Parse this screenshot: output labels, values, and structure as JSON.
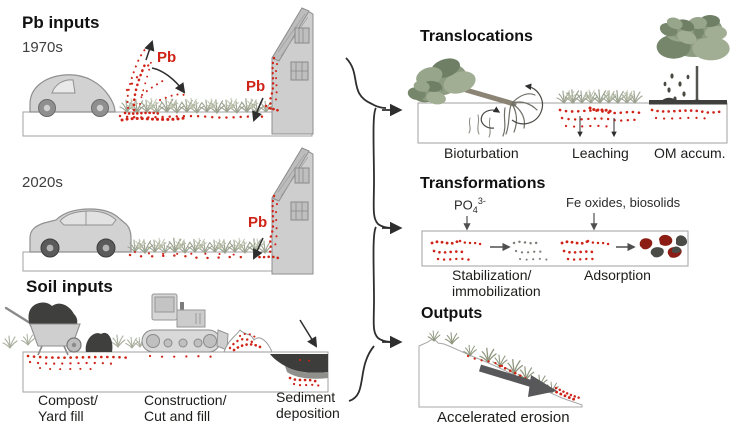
{
  "colors": {
    "pb_red": "#cf2318",
    "outline_gray": "#9a9a9a",
    "dark_soil": "#3d3d3b",
    "foliage_green": "#8d9b80",
    "arrow_dark": "#2e2e2e"
  },
  "pb_inputs": {
    "title": "Pb inputs",
    "era_1970s": "1970s",
    "era_2020s": "2020s",
    "pb_exhaust_label": "Pb",
    "pb_house_1970s_label": "Pb",
    "pb_house_2020s_label": "Pb"
  },
  "soil_inputs": {
    "title": "Soil inputs",
    "compost_label": "Compost/\nYard fill",
    "construction_label": "Construction/\nCut and fill",
    "sediment_label": "Sediment\ndeposition"
  },
  "translocations": {
    "title": "Translocations",
    "bioturbation_label": "Bioturbation",
    "leaching_label": "Leaching",
    "om_accum_label": "OM accum."
  },
  "transformations": {
    "title": "Transformations",
    "po4_base": "PO",
    "po4_sub": "4",
    "po4_sup": "3-",
    "fe_label": "Fe oxides, biosolids",
    "stabilization_label": "Stabilization/\nimmobilization",
    "adsorption_label": "Adsorption"
  },
  "outputs": {
    "title": "Outputs",
    "erosion_label": "Accelerated erosion"
  }
}
